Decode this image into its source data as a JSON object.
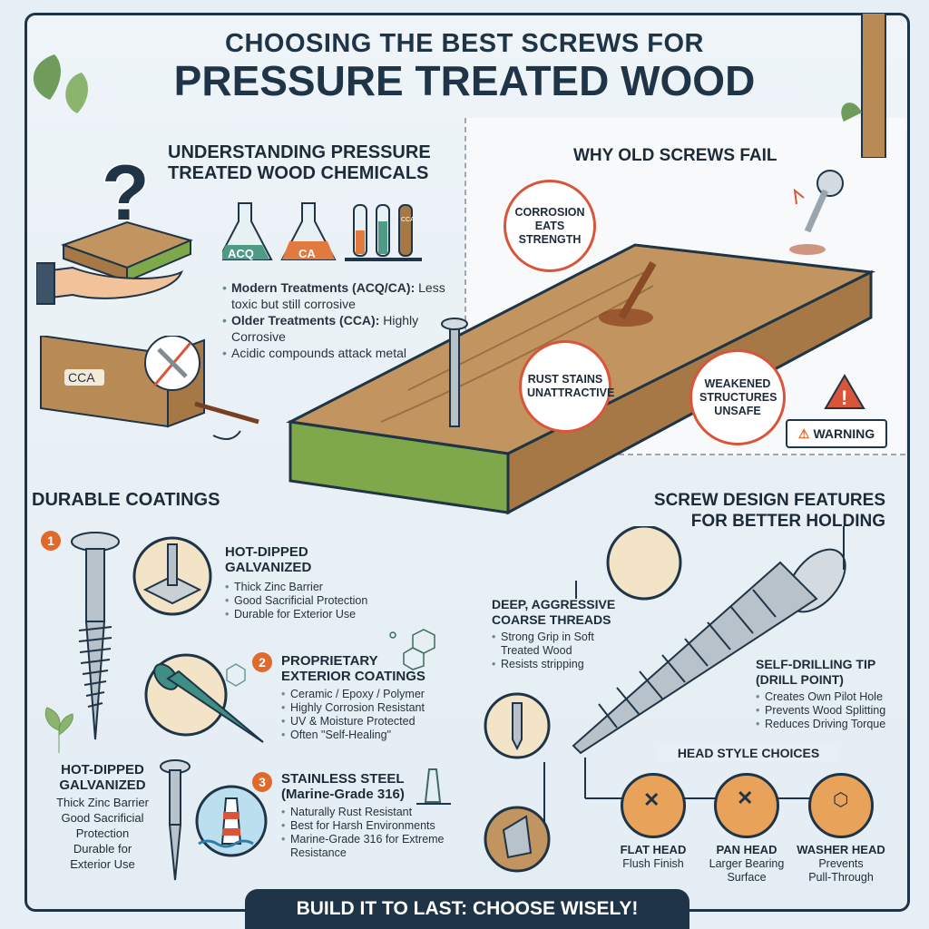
{
  "title": {
    "line1": "CHOOSING THE BEST SCREWS FOR",
    "line2": "PRESSURE TREATED WOOD"
  },
  "chemicals": {
    "heading_line1": "UNDERSTANDING PRESSURE",
    "heading_line2": "TREATED WOOD CHEMICALS",
    "flask_labels": [
      "ACQ",
      "CA",
      "CCA"
    ],
    "board_label": "CCA",
    "items": [
      {
        "bold": "Modern Treatments (ACQ/CA):",
        "text": "Less toxic but still corrosive"
      },
      {
        "bold": "Older Treatments (CCA):",
        "text": "Highly Corrosive"
      },
      {
        "bold": "",
        "text": "Acidic compounds attack metal"
      }
    ]
  },
  "failures": {
    "heading": "WHY OLD SCREWS FAIL",
    "callouts": [
      "CORROSION EATS STRENGTH",
      "RUST STAINS UNATTRACTIVE",
      "WEAKENED STRUCTURES UNSAFE"
    ],
    "warning_label": "WARNING"
  },
  "coatings": {
    "heading": "DURABLE COATINGS",
    "options": [
      {
        "number": "1",
        "title_line1": "HOT-DIPPED",
        "title_line2": "GALVANIZED",
        "bullets": [
          "Thick Zinc Barrier",
          "Good Sacrificial Protection",
          "Durable for Exterior Use"
        ]
      },
      {
        "number": "2",
        "title_line1": "PROPRIETARY",
        "title_line2": "EXTERIOR COATINGS",
        "bullets": [
          "Ceramic / Epoxy / Polymer",
          "Highly Corrosion Resistant",
          "UV & Moisture Protected",
          "Often \"Self-Healing\""
        ]
      },
      {
        "number": "3",
        "title_line1": "STAINLESS STEEL",
        "title_line2": "(Marine-Grade 316)",
        "bullets": [
          "Naturally Rust Resistant",
          "Best for Harsh Environments",
          "Marine-Grade 316 for Extreme Resistance"
        ]
      }
    ],
    "side_note": {
      "title_line1": "HOT-DIPPED",
      "title_line2": "GALVANIZED",
      "lines": [
        "Thick Zinc Barrier",
        "Good Sacrificial",
        "Protection",
        "Durable for",
        "Exterior Use"
      ]
    }
  },
  "design": {
    "heading_line1": "SCREW DESIGN FEATURES",
    "heading_line2": "FOR BETTER HOLDING",
    "threads": {
      "title_line1": "DEEP, AGGRESSIVE",
      "title_line2": "COARSE THREADS",
      "bullets": [
        "Strong Grip in Soft Treated Wood",
        "Resists stripping"
      ]
    },
    "tip": {
      "title_line1": "SELF-DRILLING TIP",
      "title_line2": "(DRILL POINT)",
      "bullets": [
        "Creates Own Pilot Hole",
        "Prevents Wood Splitting",
        "Reduces Driving Torque"
      ]
    },
    "heads_heading": "HEAD STYLE CHOICES",
    "heads": [
      {
        "name": "FLAT HEAD",
        "desc_line1": "Flush Finish",
        "desc_line2": ""
      },
      {
        "name": "PAN HEAD",
        "desc_line1": "Larger Bearing",
        "desc_line2": "Surface"
      },
      {
        "name": "WASHER HEAD",
        "desc_line1": "Prevents",
        "desc_line2": "Pull-Through"
      }
    ]
  },
  "footer": "BUILD IT TO LAST: CHOOSE WISELY!",
  "colors": {
    "navy": "#1f3446",
    "accent_orange": "#e06a2c",
    "alert_red": "#d9553a",
    "wood": "#b88a55",
    "treated_green": "#7fa84a",
    "steel": "#b8c2ca"
  }
}
